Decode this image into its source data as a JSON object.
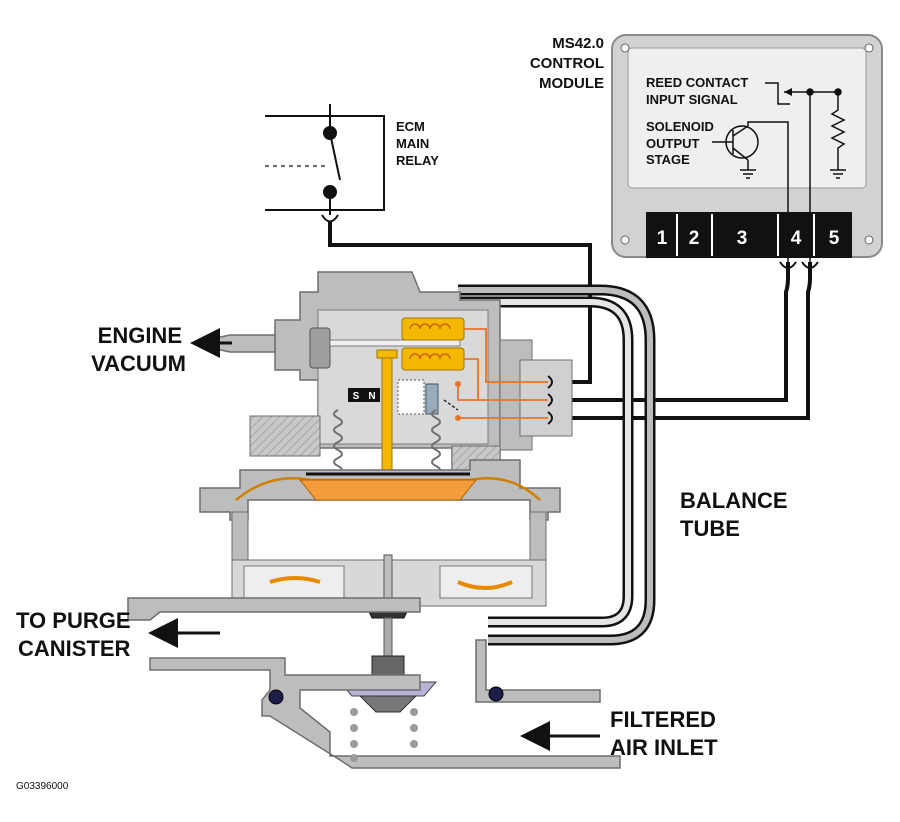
{
  "module": {
    "title_line1": "MS42.0",
    "title_line2": "CONTROL",
    "title_line3": "MODULE",
    "reed_line1": "REED CONTACT",
    "reed_line2": "INPUT SIGNAL",
    "sol_line1": "SOLENOID",
    "sol_line2": "OUTPUT",
    "sol_line3": "STAGE",
    "pins": [
      "1",
      "2",
      "3",
      "4",
      "5"
    ]
  },
  "relay": {
    "line1": "ECM",
    "line2": "MAIN",
    "line3": "RELAY"
  },
  "labels": {
    "engine_vacuum_1": "ENGINE",
    "engine_vacuum_2": "VACUUM",
    "purge_1": "TO PURGE",
    "purge_2": "CANISTER",
    "balance_1": "BALANCE",
    "balance_2": "TUBE",
    "air_1": "FILTERED",
    "air_2": "AIR INLET",
    "magnet_s": "S",
    "magnet_n": "N",
    "figure_id": "G03396000"
  },
  "colors": {
    "housing": "#bdbdbd",
    "housing_dark": "#8a8a8a",
    "coil": "#f5b800",
    "diaphragm": "#f39c3c",
    "wire_orange": "#e8742a",
    "module_bg": "#ececec",
    "connector": "#111111"
  }
}
